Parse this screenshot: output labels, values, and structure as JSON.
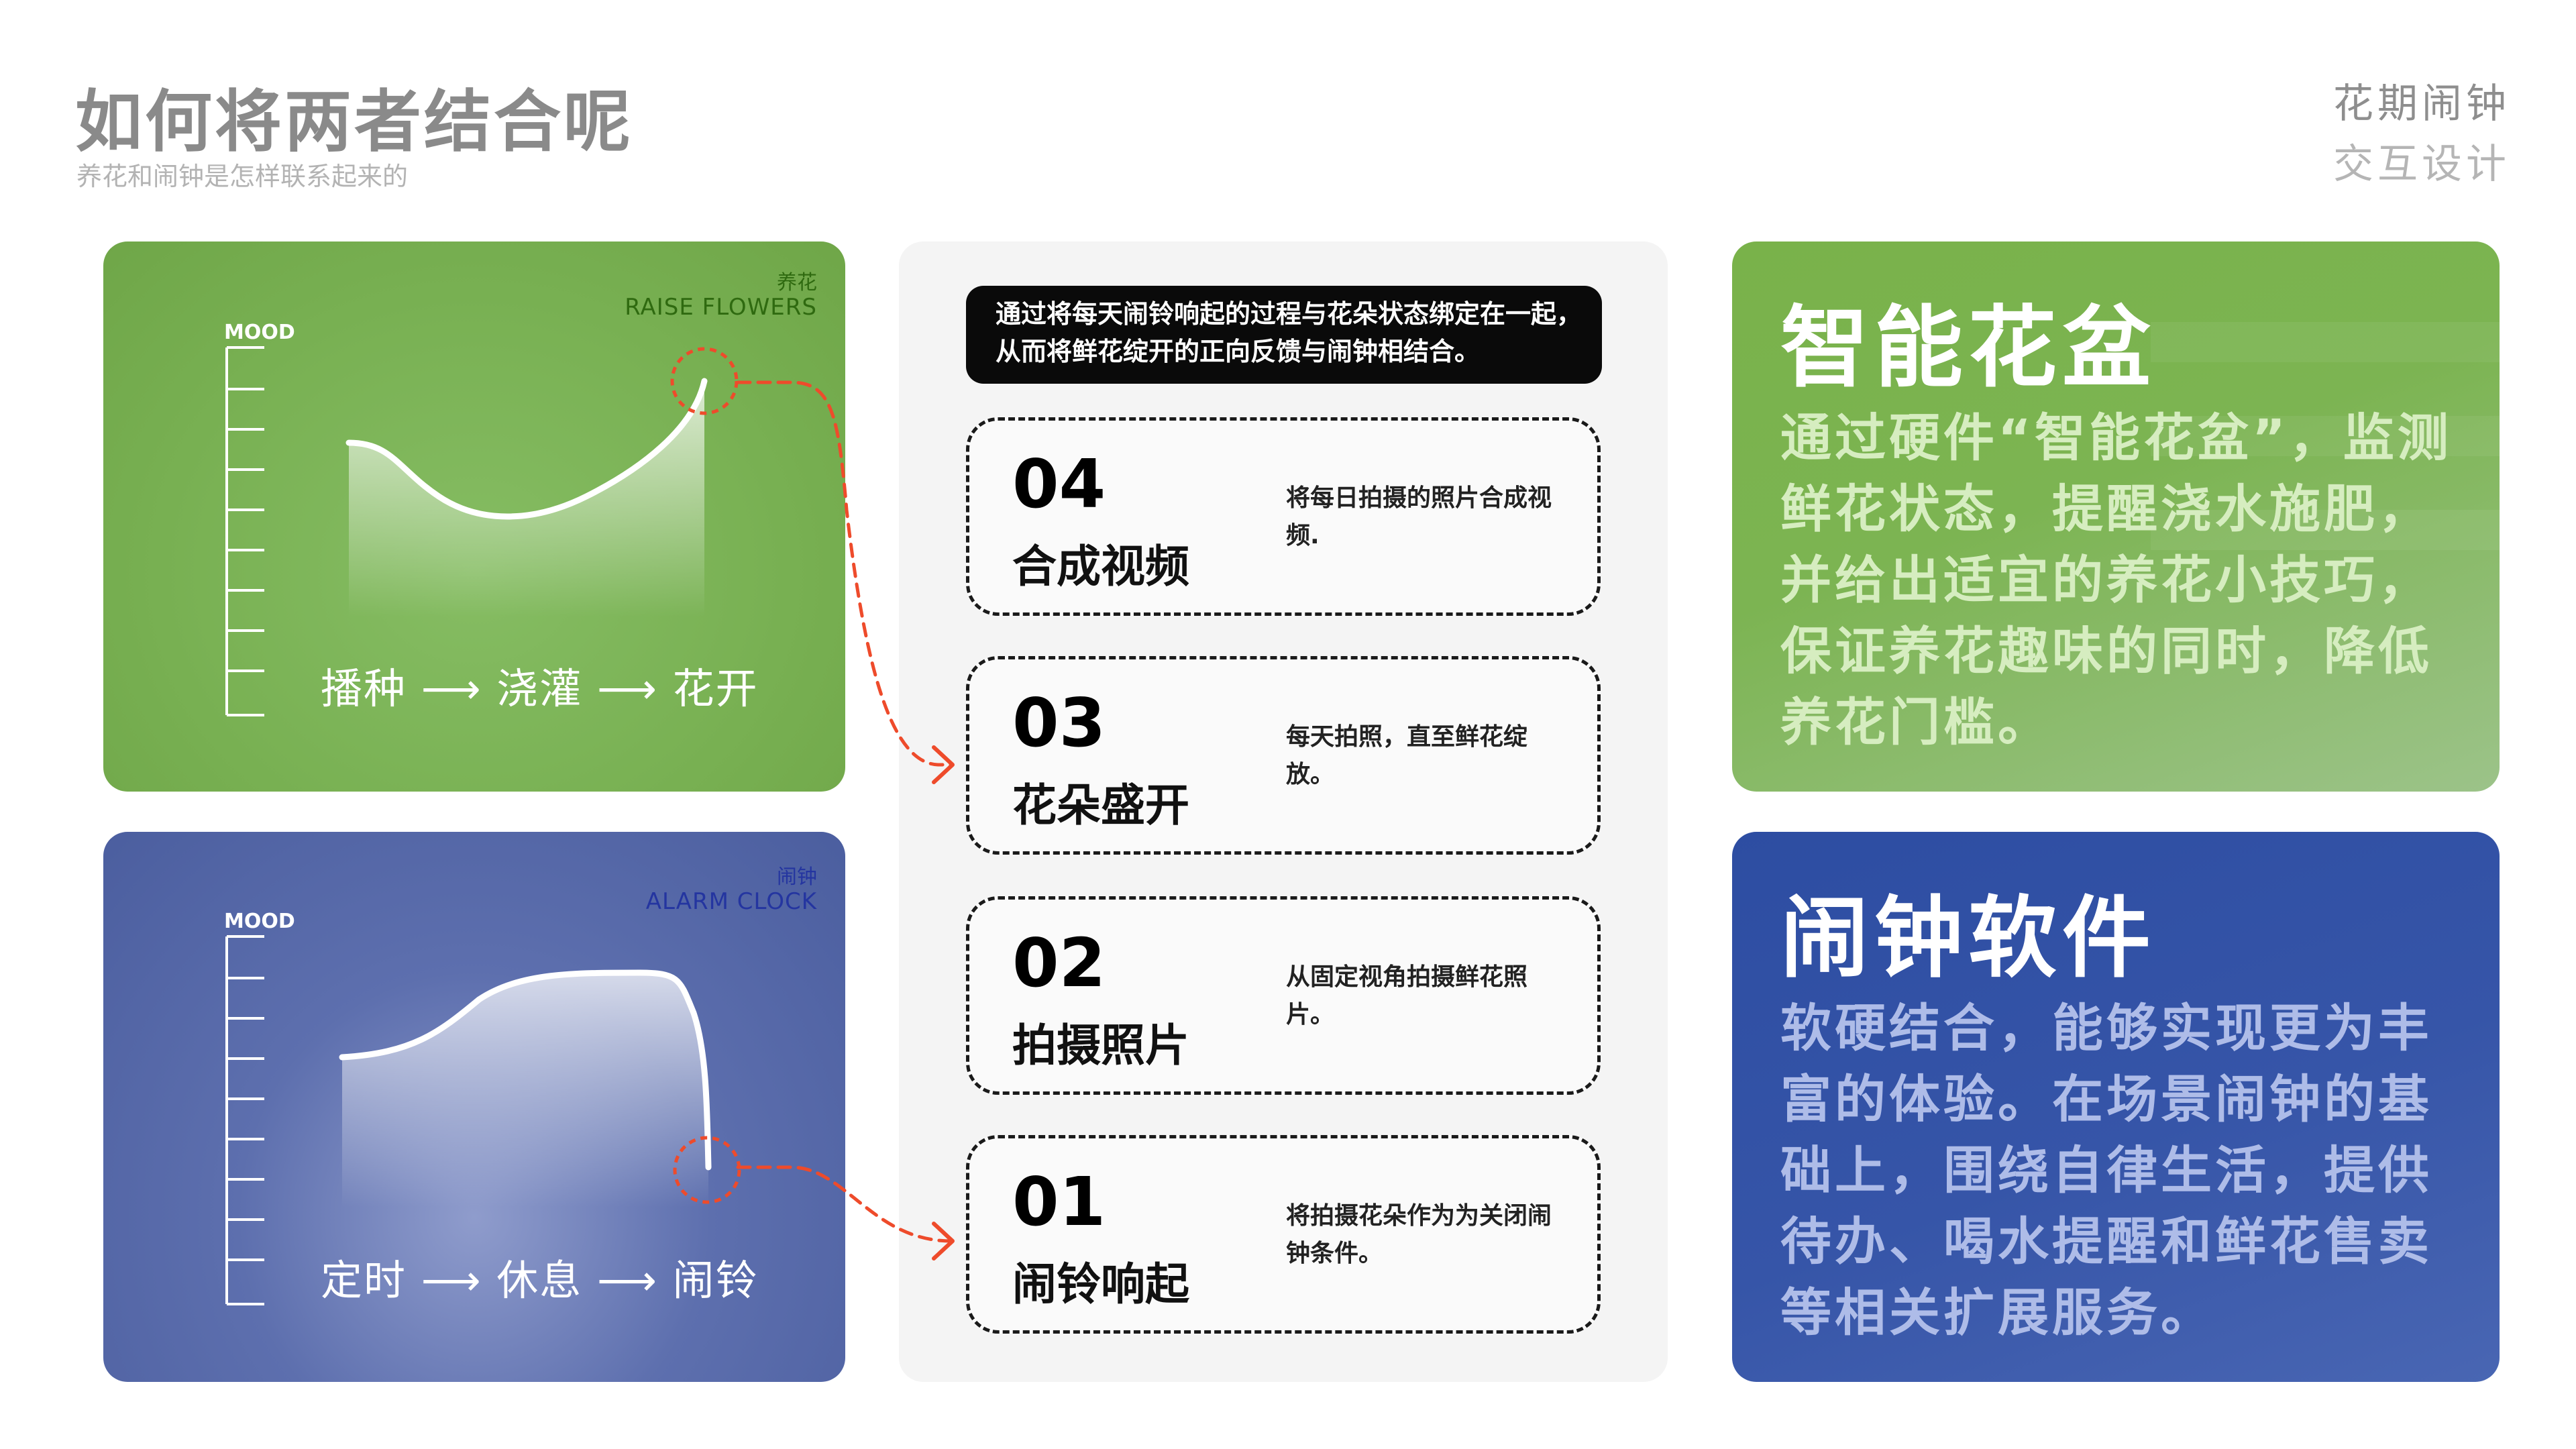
{
  "header": {
    "title": "如何将两者结合呢",
    "subtitle": "养花和闹钟是怎样联系起来的",
    "brand_line1": "花期闹钟",
    "brand_line2": "交互设计"
  },
  "flowers_card": {
    "tag_cn": "养花",
    "tag_en": "RAISE FLOWERS",
    "axis_label": "MOOD",
    "flow": "播种 ⟶ 浇灌 ⟶ 花开"
  },
  "alarm_card": {
    "tag_cn": "闹钟",
    "tag_en": "ALARM CLOCK",
    "axis_label": "MOOD",
    "flow": "定时 ⟶ 休息 ⟶ 闹铃"
  },
  "middle": {
    "banner": "通过将每天闹铃响起的过程与花朵状态绑定在一起，从而将鲜花绽开的正向反馈与闹钟相结合。",
    "steps": [
      {
        "num": "04",
        "title": "合成视频",
        "desc": "将每日拍摄的照片合成视频."
      },
      {
        "num": "03",
        "title": "花朵盛开",
        "desc": "每天拍照，直至鲜花绽放。"
      },
      {
        "num": "02",
        "title": "拍摄照片",
        "desc": "从固定视角拍摄鲜花照片。"
      },
      {
        "num": "01",
        "title": "闹铃响起",
        "desc": "将拍摄花朵作为为关闭闹钟条件。"
      }
    ]
  },
  "smart_pot": {
    "title": "智能花盆",
    "body": "通过硬件“智能花盆”，监测鲜花状态，提醒浇水施肥，并给出适宜的养花小技巧，保证养花趣味的同时，降低养花门槛。"
  },
  "alarm_app": {
    "title": "闹钟软件",
    "body": "软硬结合，能够实现更为丰富的体验。在场景闹钟的基础上，围绕自律生活，提供待办、喝水提醒和鲜花售卖等相关扩展服务。"
  },
  "colors": {
    "green": "#7ab24d",
    "blue": "#3553a6",
    "connector": "#ee4b2b"
  }
}
